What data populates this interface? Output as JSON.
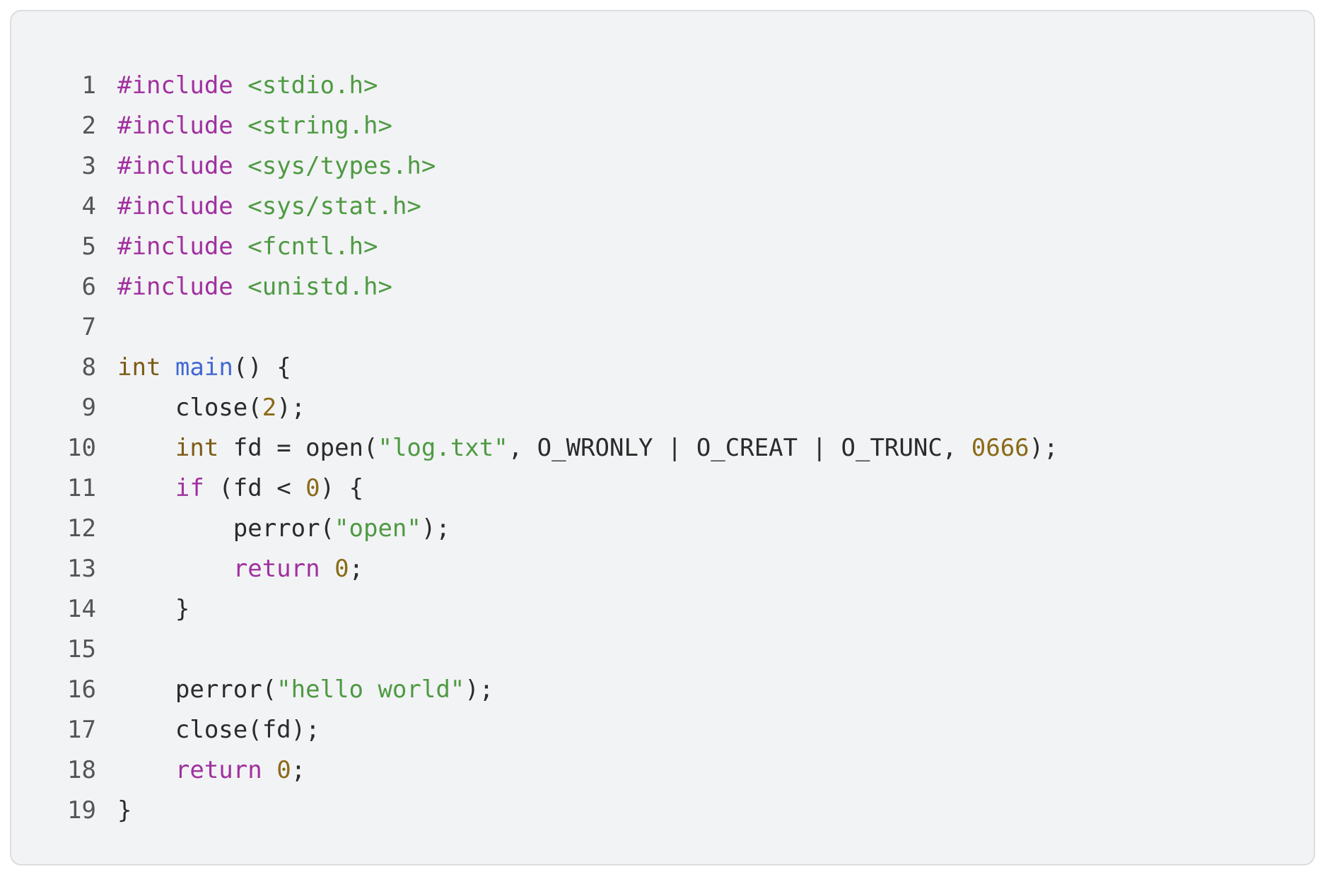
{
  "colors": {
    "background": "#f2f3f5",
    "border": "#dcdde0",
    "line_number": "#555555",
    "keyword": "#a0309e",
    "string": "#4e9a42",
    "type": "#7c5a14",
    "number": "#8a6a18",
    "function": "#4169d4",
    "plain": "#2b2b2b"
  },
  "code": {
    "language": "c",
    "lines": [
      {
        "n": "1",
        "tokens": [
          {
            "t": "#include",
            "k": "kw"
          },
          {
            "t": " ",
            "k": "plain"
          },
          {
            "t": "<stdio.h>",
            "k": "str"
          }
        ]
      },
      {
        "n": "2",
        "tokens": [
          {
            "t": "#include",
            "k": "kw"
          },
          {
            "t": " ",
            "k": "plain"
          },
          {
            "t": "<string.h>",
            "k": "str"
          }
        ]
      },
      {
        "n": "3",
        "tokens": [
          {
            "t": "#include",
            "k": "kw"
          },
          {
            "t": " ",
            "k": "plain"
          },
          {
            "t": "<sys/types.h>",
            "k": "str"
          }
        ]
      },
      {
        "n": "4",
        "tokens": [
          {
            "t": "#include",
            "k": "kw"
          },
          {
            "t": " ",
            "k": "plain"
          },
          {
            "t": "<sys/stat.h>",
            "k": "str"
          }
        ]
      },
      {
        "n": "5",
        "tokens": [
          {
            "t": "#include",
            "k": "kw"
          },
          {
            "t": " ",
            "k": "plain"
          },
          {
            "t": "<fcntl.h>",
            "k": "str"
          }
        ]
      },
      {
        "n": "6",
        "tokens": [
          {
            "t": "#include",
            "k": "kw"
          },
          {
            "t": " ",
            "k": "plain"
          },
          {
            "t": "<unistd.h>",
            "k": "str"
          }
        ]
      },
      {
        "n": "7",
        "tokens": []
      },
      {
        "n": "8",
        "tokens": [
          {
            "t": "int",
            "k": "type"
          },
          {
            "t": " ",
            "k": "plain"
          },
          {
            "t": "main",
            "k": "fn"
          },
          {
            "t": "() {",
            "k": "plain"
          }
        ]
      },
      {
        "n": "9",
        "tokens": [
          {
            "t": "    close(",
            "k": "plain"
          },
          {
            "t": "2",
            "k": "num"
          },
          {
            "t": ");",
            "k": "plain"
          }
        ]
      },
      {
        "n": "10",
        "tokens": [
          {
            "t": "    ",
            "k": "plain"
          },
          {
            "t": "int",
            "k": "type"
          },
          {
            "t": " fd = open(",
            "k": "plain"
          },
          {
            "t": "\"log.txt\"",
            "k": "str"
          },
          {
            "t": ", O_WRONLY | O_CREAT | O_TRUNC, ",
            "k": "plain"
          },
          {
            "t": "0666",
            "k": "num"
          },
          {
            "t": ");",
            "k": "plain"
          }
        ]
      },
      {
        "n": "11",
        "tokens": [
          {
            "t": "    ",
            "k": "plain"
          },
          {
            "t": "if",
            "k": "kw"
          },
          {
            "t": " (fd < ",
            "k": "plain"
          },
          {
            "t": "0",
            "k": "num"
          },
          {
            "t": ") {",
            "k": "plain"
          }
        ]
      },
      {
        "n": "12",
        "tokens": [
          {
            "t": "        perror(",
            "k": "plain"
          },
          {
            "t": "\"open\"",
            "k": "str"
          },
          {
            "t": ");",
            "k": "plain"
          }
        ]
      },
      {
        "n": "13",
        "tokens": [
          {
            "t": "        ",
            "k": "plain"
          },
          {
            "t": "return",
            "k": "kw"
          },
          {
            "t": " ",
            "k": "plain"
          },
          {
            "t": "0",
            "k": "num"
          },
          {
            "t": ";",
            "k": "plain"
          }
        ]
      },
      {
        "n": "14",
        "tokens": [
          {
            "t": "    }",
            "k": "plain"
          }
        ]
      },
      {
        "n": "15",
        "tokens": []
      },
      {
        "n": "16",
        "tokens": [
          {
            "t": "    perror(",
            "k": "plain"
          },
          {
            "t": "\"hello world\"",
            "k": "str"
          },
          {
            "t": ");",
            "k": "plain"
          }
        ]
      },
      {
        "n": "17",
        "tokens": [
          {
            "t": "    close(fd);",
            "k": "plain"
          }
        ]
      },
      {
        "n": "18",
        "tokens": [
          {
            "t": "    ",
            "k": "plain"
          },
          {
            "t": "return",
            "k": "kw"
          },
          {
            "t": " ",
            "k": "plain"
          },
          {
            "t": "0",
            "k": "num"
          },
          {
            "t": ";",
            "k": "plain"
          }
        ]
      },
      {
        "n": "19",
        "tokens": [
          {
            "t": "}",
            "k": "plain"
          }
        ]
      }
    ]
  }
}
